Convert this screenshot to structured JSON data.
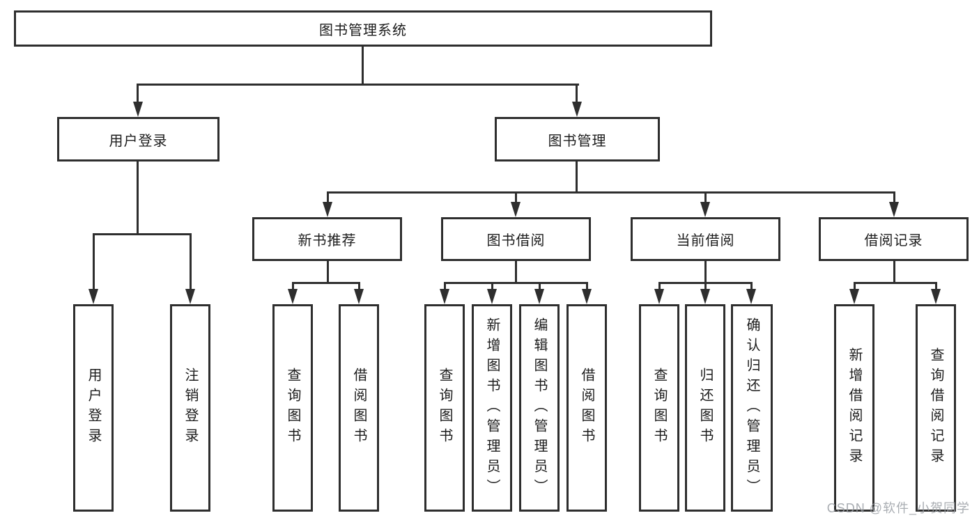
{
  "title": "图书管理系统",
  "tree": {
    "root": {
      "label": "图书管理系统"
    },
    "branches": [
      {
        "label": "用户登录",
        "children": [
          {
            "label": "用户登录"
          },
          {
            "label": "注销登录"
          }
        ]
      },
      {
        "label": "图书管理",
        "sections": [
          {
            "label": "新书推荐",
            "children": [
              {
                "label": "查询图书"
              },
              {
                "label": "借阅图书"
              }
            ]
          },
          {
            "label": "图书借阅",
            "children": [
              {
                "label": "查询图书"
              },
              {
                "label": "新增图书（管理员）"
              },
              {
                "label": "编辑图书（管理员）"
              },
              {
                "label": "借阅图书"
              }
            ]
          },
          {
            "label": "当前借阅",
            "children": [
              {
                "label": "查询图书"
              },
              {
                "label": "归还图书"
              },
              {
                "label": "确认归还（管理员）"
              }
            ]
          },
          {
            "label": "借阅记录",
            "children": [
              {
                "label": "新增借阅记录"
              },
              {
                "label": "查询借阅记录"
              }
            ]
          }
        ]
      }
    ]
  },
  "watermark": {
    "text": "CSDN @软件_小贺同学"
  },
  "colors": {
    "line": "#2e2e2e",
    "text": "#1c1c1c",
    "background": "#ffffff",
    "watermark": "#9a9fa5"
  }
}
